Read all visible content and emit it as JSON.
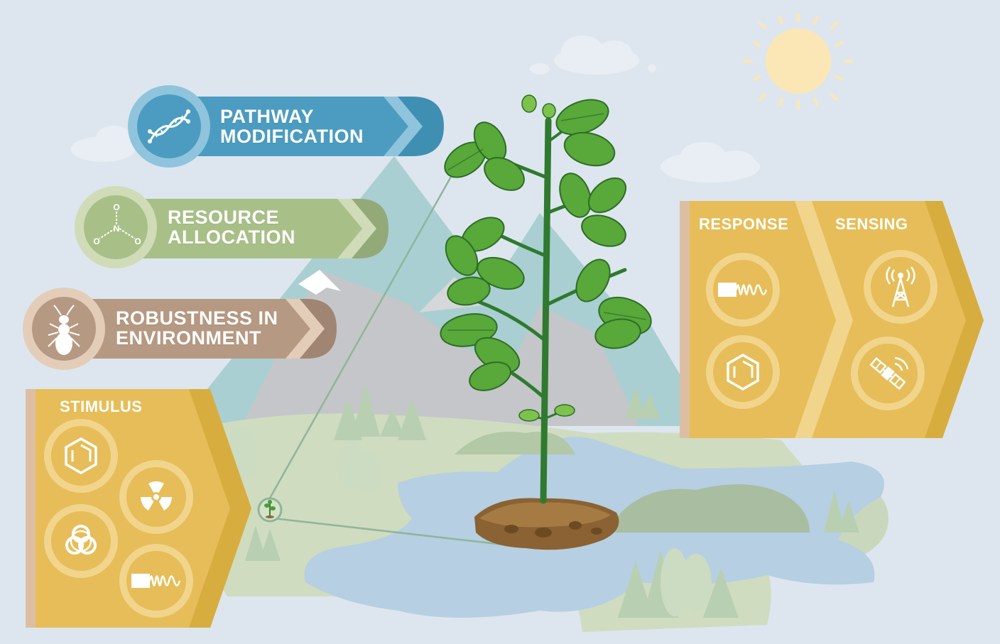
{
  "banners": [
    {
      "lines": [
        "PATHWAY",
        "MODIFICATION"
      ],
      "icon": "dna-icon",
      "color": "#4b9cc0"
    },
    {
      "lines": [
        "RESOURCE",
        "ALLOCATION"
      ],
      "icon": "nitrate-molecule-icon",
      "color": "#a8c088"
    },
    {
      "lines": [
        "ROBUSTNESS IN",
        "ENVIRONMENT"
      ],
      "icon": "insect-icon",
      "color": "#b69982"
    }
  ],
  "stimulus": {
    "label": "STIMULUS",
    "icons": [
      "benzene-ring-icon",
      "radiation-icon",
      "biohazard-icon",
      "wave-signal-icon"
    ]
  },
  "response": {
    "label": "RESPONSE",
    "icons": [
      "wave-signal-icon",
      "benzene-ring-icon"
    ]
  },
  "sensing": {
    "label": "SENSING",
    "icons": [
      "radio-tower-icon",
      "satellite-icon"
    ]
  },
  "colors": {
    "panel": "#ecc257",
    "panel_dark": "#d8ad3f",
    "sky": "#dde6ee",
    "sun": "#fbe7b5"
  }
}
